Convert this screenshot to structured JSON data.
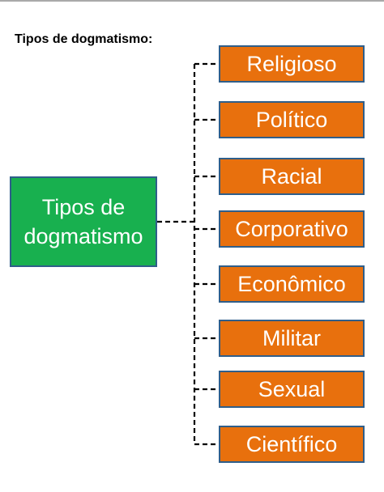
{
  "heading": "Tipos de dogmatismo:",
  "root": {
    "line1": "Tipos de",
    "line2": "dogmatismo",
    "color": "#18b04f"
  },
  "branch_color": "#e8700d",
  "border_color": "#2f5e8a",
  "branches": [
    "Religioso",
    "Político",
    "Racial",
    "Corporativo",
    "Econômico",
    "Militar",
    "Sexual",
    "Científico"
  ]
}
